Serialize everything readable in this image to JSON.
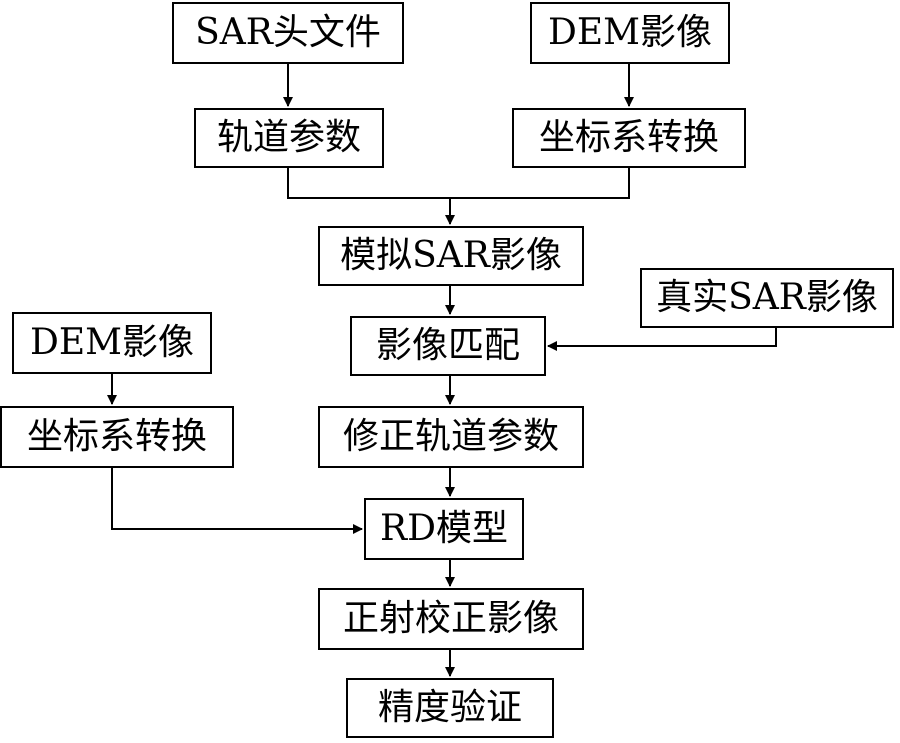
{
  "nodes": {
    "sar_header": "SAR头文件",
    "dem_1": "DEM影像",
    "orbit_params": "轨道参数",
    "coord_transform_1": "坐标系转换",
    "simulated_sar": "模拟SAR影像",
    "real_sar": "真实SAR影像",
    "dem_2": "DEM影像",
    "image_matching": "影像匹配",
    "coord_transform_2": "坐标系转换",
    "corrected_orbit": "修正轨道参数",
    "rd_model": "RD模型",
    "ortho_image": "正射校正影像",
    "accuracy_check": "精度验证"
  },
  "colors": {
    "stroke": "#000000",
    "background": "#ffffff"
  }
}
